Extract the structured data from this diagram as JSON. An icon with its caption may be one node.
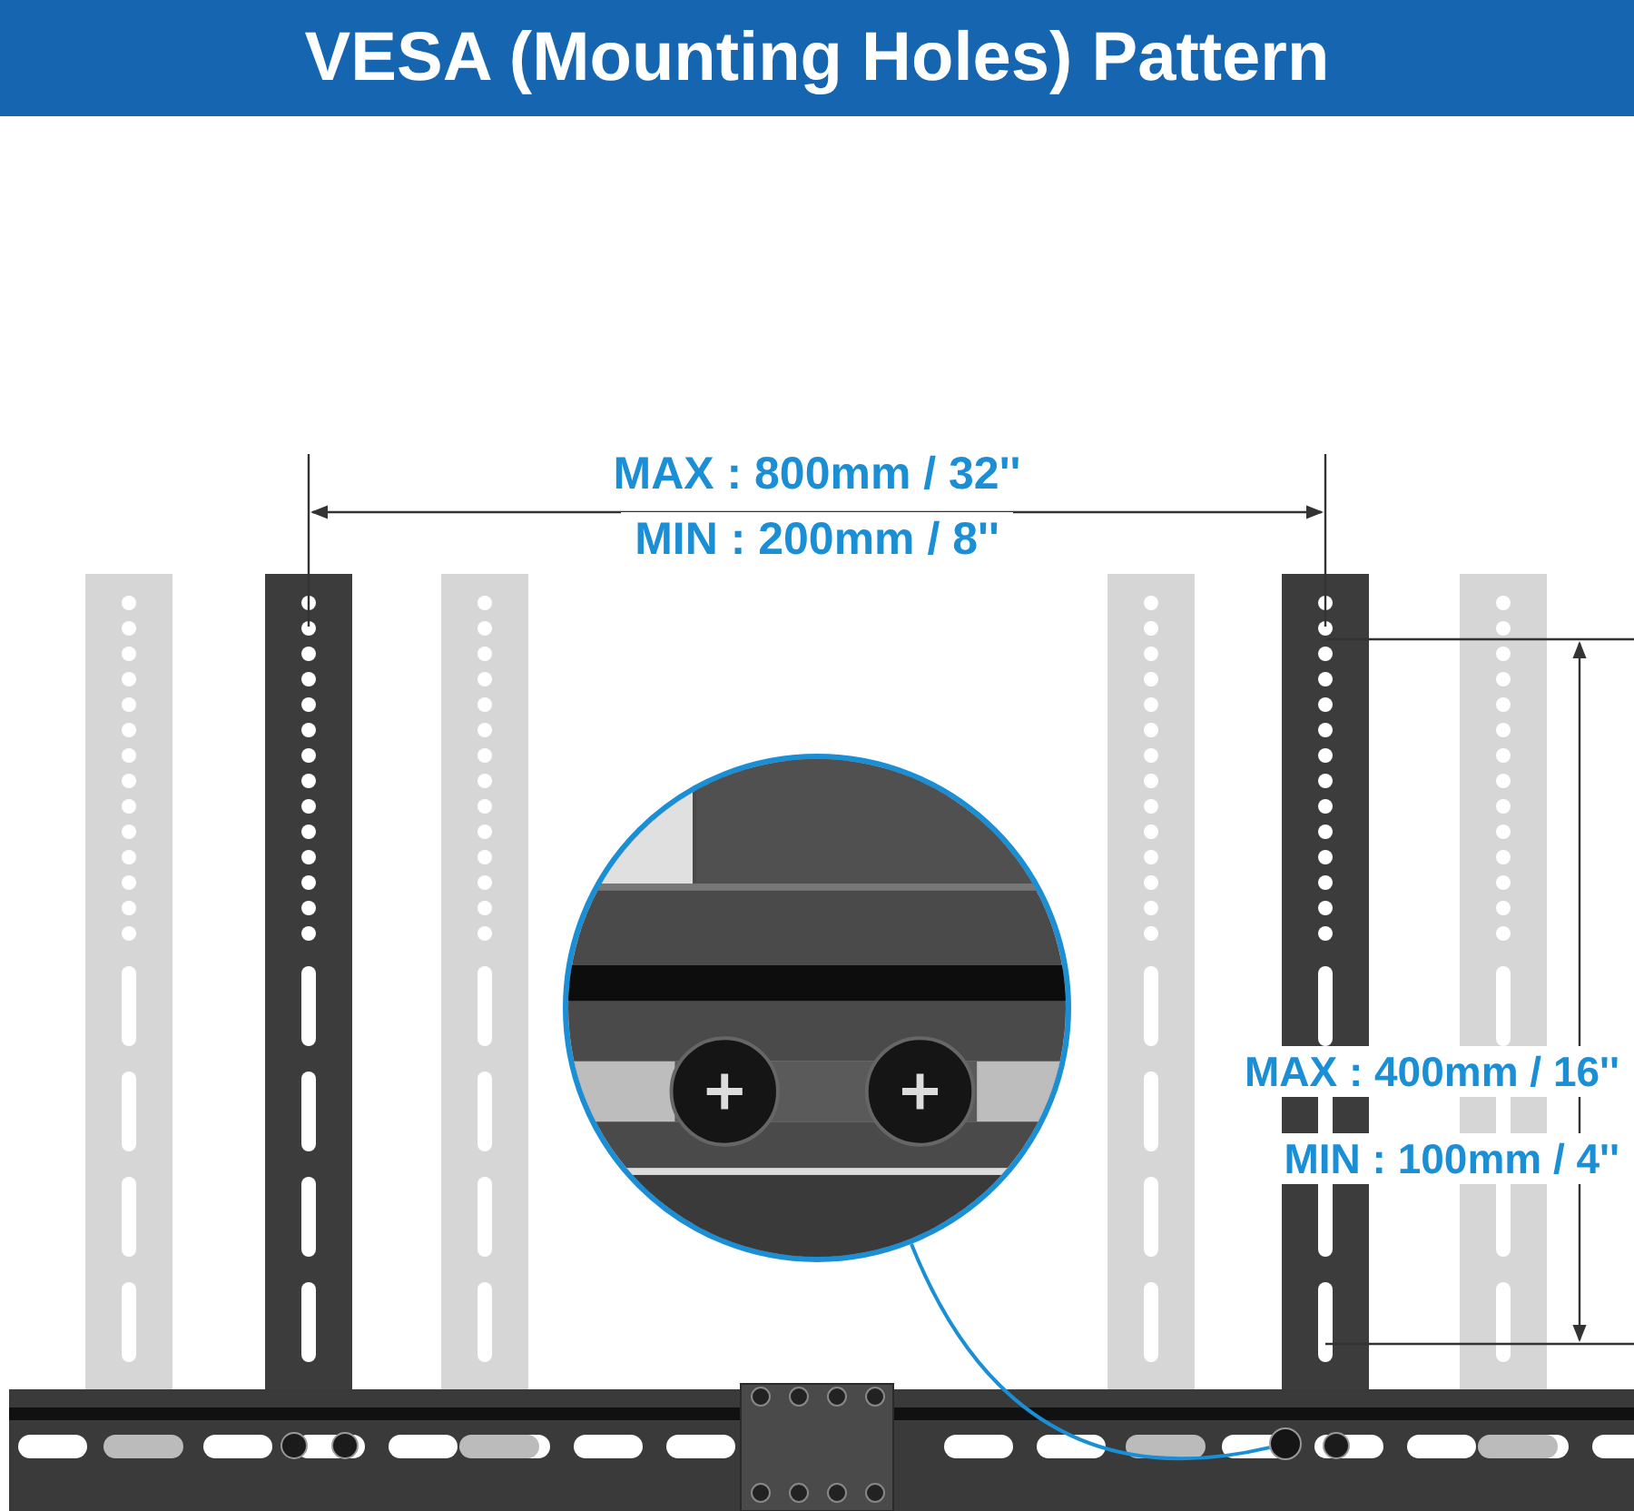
{
  "diagram": {
    "title": "VESA (Mounting Holes) Pattern",
    "nodes": [
      {
        "text": [],
        "shape": "picture"
      },
      {
        "text": [],
        "shape": "circle"
      }
    ],
    "edges": [
      {
        "from": 0,
        "to": 1,
        "arrow": "none"
      }
    ],
    "labels": [
      "MAX : 800mm / 32''",
      "MIN : 200mm / 8''",
      "MAX : 400mm / 16''",
      "MIN : 100mm / 4''"
    ]
  }
}
